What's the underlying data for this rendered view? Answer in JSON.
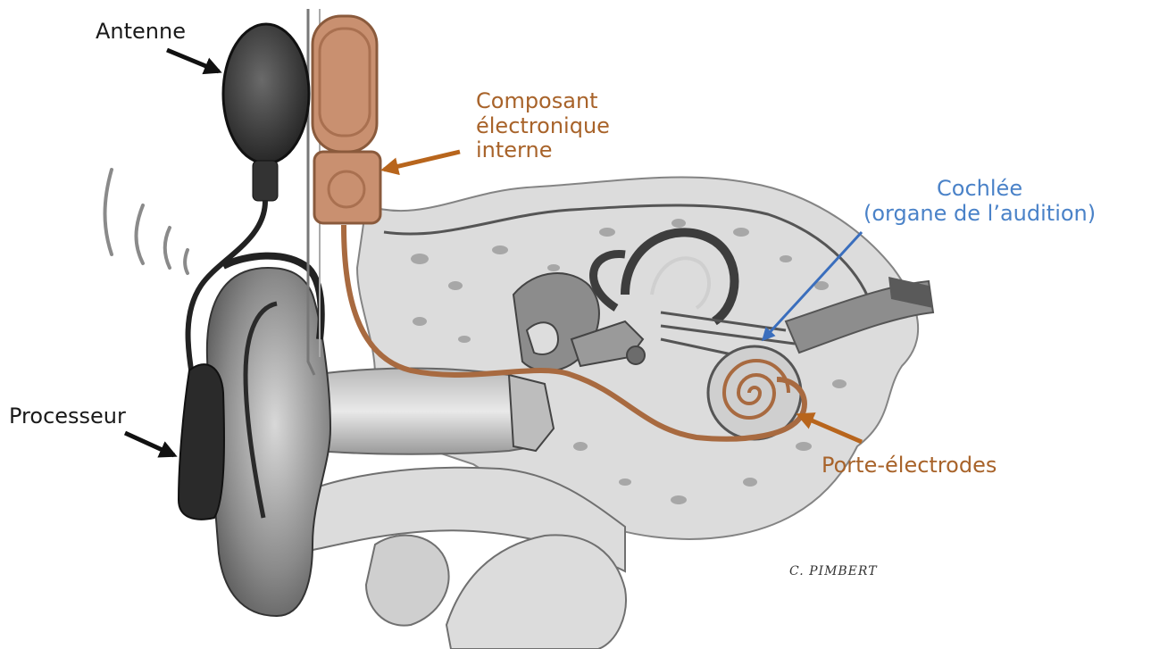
{
  "labels": {
    "antenne": "Antenne",
    "processeur": "Processeur",
    "composant": [
      "Composant",
      "électronique",
      "interne"
    ],
    "cochlee": [
      "Cochlée",
      "(organe de l’audition)"
    ],
    "porte_electrodes": "Porte-électrodes"
  },
  "signature": "C. PIMBERT",
  "colors": {
    "black_label": "#1a1a1a",
    "implant_label": "#a8632a",
    "cochlea_label": "#4a82c8",
    "implant_fill": "#c99070",
    "electrode_wire": "#a86a40",
    "sketch_gray": "#6f6f6f"
  }
}
